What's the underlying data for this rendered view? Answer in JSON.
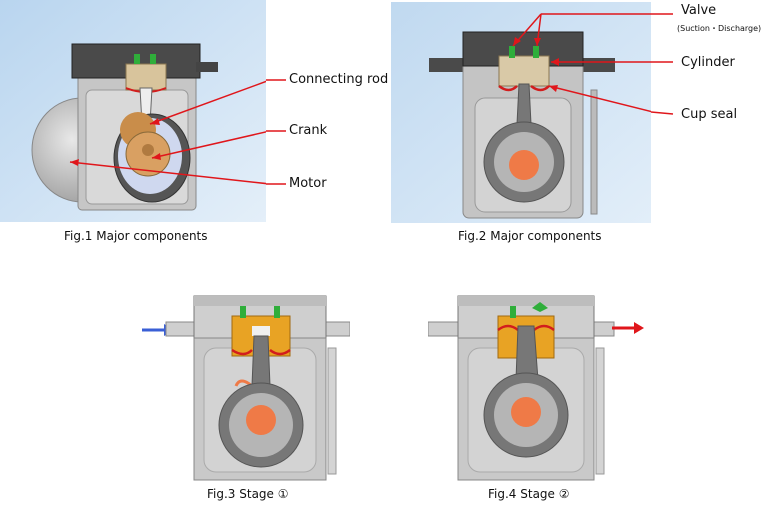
{
  "figures": [
    {
      "caption": "Fig.1 Major components"
    },
    {
      "caption": "Fig.2 Major components"
    },
    {
      "caption": "Fig.3 Stage ①"
    },
    {
      "caption": "Fig.4  Stage ②"
    }
  ],
  "labels": {
    "connecting_rod": "Connecting rod",
    "crank": "Crank",
    "motor": "Motor",
    "valve": "Valve",
    "valve_sub": "(Suction・Discharge)",
    "cylinder": "Cylinder",
    "cup_seal": "Cup seal"
  },
  "colors": {
    "panel_bg": "#cfe3f6",
    "housing": "#bdbdbd",
    "housing_dark": "#555555",
    "cylinder_gold": "#e8a324",
    "cylinder_tan": "#d9c9a7",
    "cup_seal_red": "#d21d1d",
    "valve_green": "#2fae3a",
    "crank_orange": "#ef7a47",
    "leader_red": "#e0161b",
    "flow_blue": "#3a5fd6",
    "flow_red": "#e0161b"
  }
}
